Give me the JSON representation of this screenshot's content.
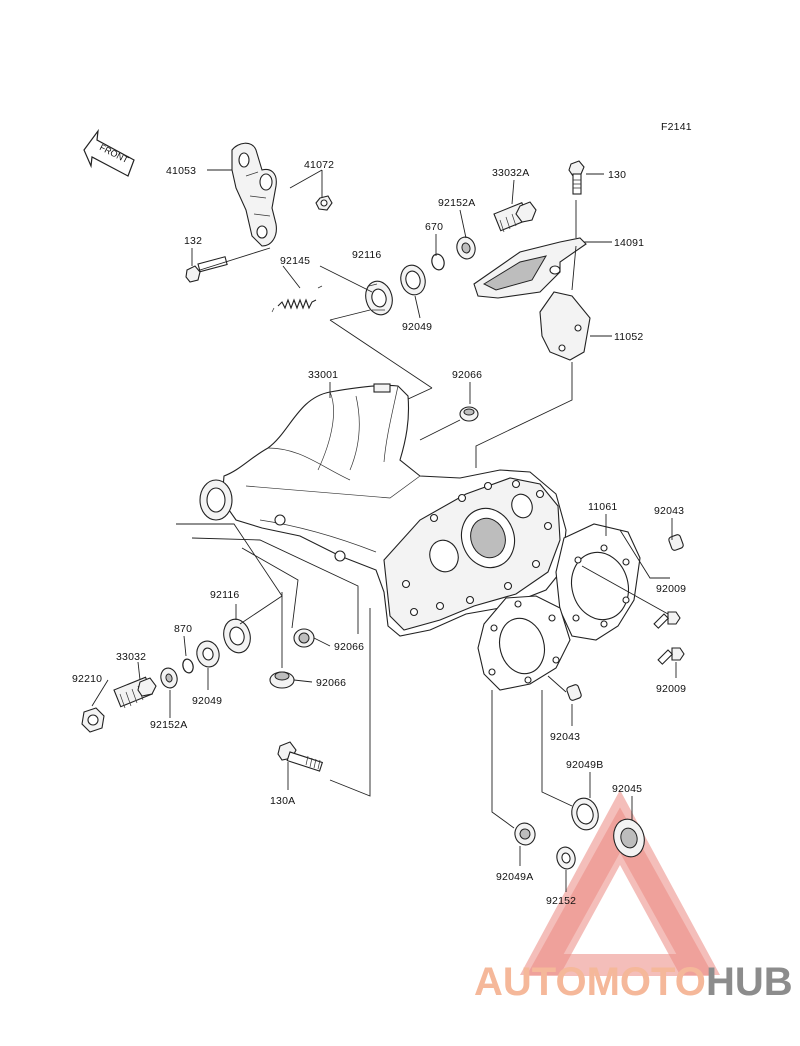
{
  "figure": {
    "code": "F2141",
    "front_label": "FRONT"
  },
  "parts": [
    {
      "id": "p-41053",
      "label": "41053"
    },
    {
      "id": "p-41072",
      "label": "41072"
    },
    {
      "id": "p-132",
      "label": "132"
    },
    {
      "id": "p-92145",
      "label": "92145"
    },
    {
      "id": "p-92116-top",
      "label": "92116"
    },
    {
      "id": "p-92049-top",
      "label": "92049"
    },
    {
      "id": "p-670-top",
      "label": "670"
    },
    {
      "id": "p-92152A-top",
      "label": "92152A"
    },
    {
      "id": "p-33032A",
      "label": "33032A"
    },
    {
      "id": "p-130",
      "label": "130"
    },
    {
      "id": "p-14091",
      "label": "14091"
    },
    {
      "id": "p-11052",
      "label": "11052"
    },
    {
      "id": "p-33001",
      "label": "33001"
    },
    {
      "id": "p-92066-top",
      "label": "92066"
    },
    {
      "id": "p-11061",
      "label": "11061"
    },
    {
      "id": "p-92043-top",
      "label": "92043"
    },
    {
      "id": "p-92009-a",
      "label": "92009"
    },
    {
      "id": "p-92009-b",
      "label": "92009"
    },
    {
      "id": "p-92116-bottom",
      "label": "92116"
    },
    {
      "id": "p-870",
      "label": "870"
    },
    {
      "id": "p-33032",
      "label": "33032"
    },
    {
      "id": "p-92210",
      "label": "92210"
    },
    {
      "id": "p-92049-bottom",
      "label": "92049"
    },
    {
      "id": "p-92152A-bottom",
      "label": "92152A"
    },
    {
      "id": "p-92066-mid",
      "label": "92066"
    },
    {
      "id": "p-92066-bottom",
      "label": "92066"
    },
    {
      "id": "p-92043-bottom",
      "label": "92043"
    },
    {
      "id": "p-130A",
      "label": "130A"
    },
    {
      "id": "p-92049B",
      "label": "92049B"
    },
    {
      "id": "p-92045",
      "label": "92045"
    },
    {
      "id": "p-92049A",
      "label": "92049A"
    },
    {
      "id": "p-92152",
      "label": "92152"
    }
  ],
  "watermark": {
    "part1": "AUTOMOTO",
    "part2": "HUB",
    "color_auto": "#f5b89a",
    "color_hub": "#8c8c8c",
    "triangle_color": "#e8756b"
  }
}
